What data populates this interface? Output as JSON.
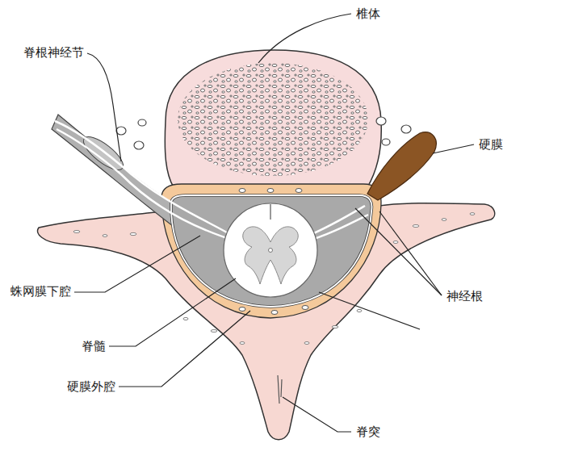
{
  "diagram": {
    "labels": [
      "椎体",
      "脊根神经节",
      "硬膜",
      "蛛网膜下腔",
      "神经根",
      "脊髓",
      "硬膜外腔",
      "脊突"
    ]
  }
}
